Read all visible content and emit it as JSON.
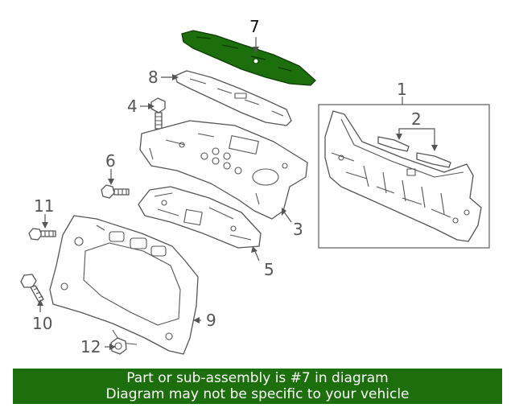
{
  "diagram": {
    "callouts": {
      "c1": "1",
      "c2": "2",
      "c3": "3",
      "c4": "4",
      "c5": "5",
      "c6": "6",
      "c7": "7",
      "c8": "8",
      "c9": "9",
      "c10": "10",
      "c11": "11",
      "c12": "12"
    },
    "highlight_color": "#1d6e0d",
    "line_color": "#555555"
  },
  "footer": {
    "line1": "Part or sub-assembly is #7 in diagram",
    "line2": "Diagram may not be specific to your vehicle",
    "background": "#1d6e0d"
  }
}
